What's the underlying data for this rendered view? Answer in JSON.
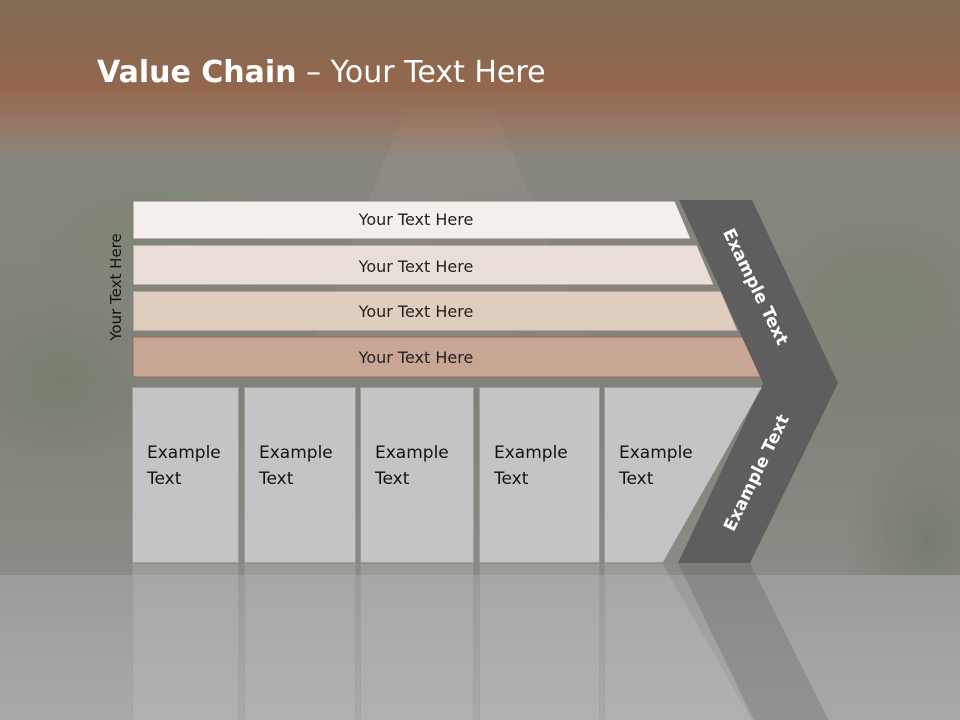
{
  "slide": {
    "title_bold": "Value Chain",
    "title_rest": " – Your Text Here",
    "vertical_label": "Your Text Here"
  },
  "bars": [
    {
      "label": "Your Text Here",
      "color": "#f2efec"
    },
    {
      "label": "Your Text Here",
      "color": "#eadfd8"
    },
    {
      "label": "Your Text Here",
      "color": "#dfcdbf"
    },
    {
      "label": "Your Text Here",
      "color": "#c8a693"
    }
  ],
  "boxes": [
    {
      "line1": "Example",
      "line2": "Text"
    },
    {
      "line1": "Example",
      "line2": "Text"
    },
    {
      "line1": "Example",
      "line2": "Text"
    },
    {
      "line1": "Example",
      "line2": "Text"
    },
    {
      "line1": "Example",
      "line2": "Text"
    }
  ],
  "arrow": {
    "upper_label": "Example Text",
    "lower_label": "Example Text",
    "color": "#5e5e5e"
  }
}
